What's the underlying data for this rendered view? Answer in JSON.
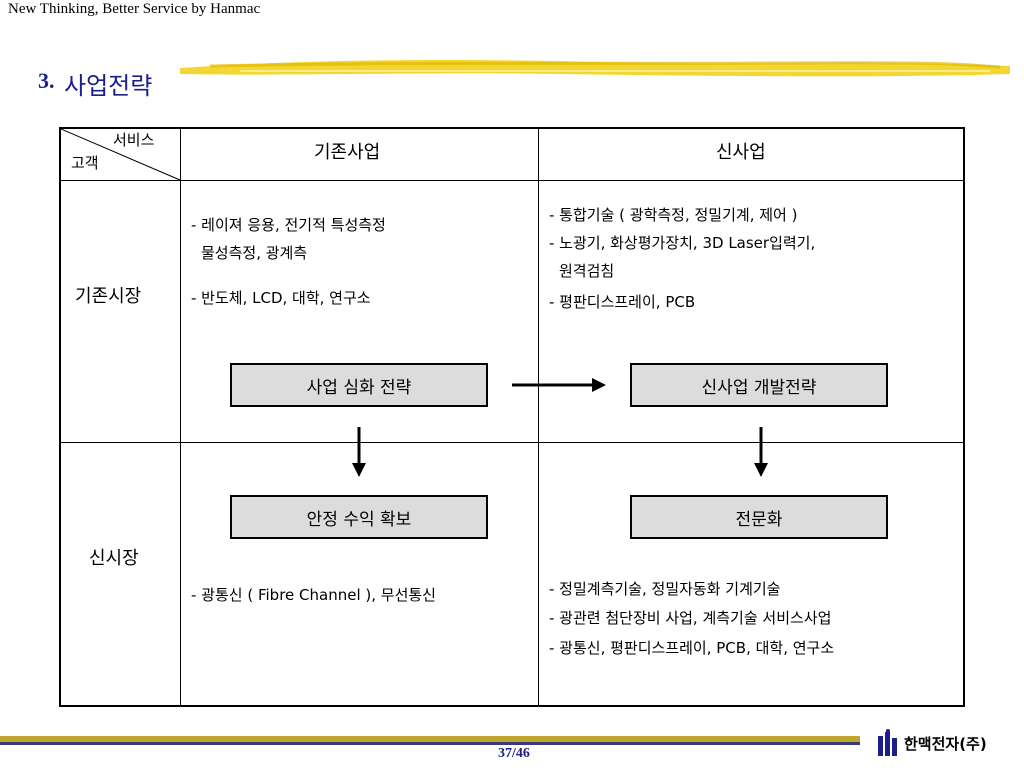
{
  "header": {
    "tagline": "New Thinking, Better Service by Hanmac"
  },
  "title": {
    "number": "3.",
    "text": "사업전략"
  },
  "table": {
    "corner": {
      "top_label": "서비스",
      "bottom_label": "고객"
    },
    "col_headers": [
      "기존사업",
      "신사업"
    ],
    "row_headers": [
      "기존시장",
      "신시장"
    ],
    "existing_market_existing_business": {
      "line1": "- 레이져 응용, 전기적 특성측정",
      "line2": "물성측정, 광계측",
      "line3": "- 반도체, LCD, 대학, 연구소"
    },
    "existing_market_new_business": {
      "line1": "- 통합기술 ( 광학측정, 정밀기계, 제어 )",
      "line2": "- 노광기, 화상평가장치, 3D Laser입력기,",
      "line3": "원격검침",
      "line4": "- 평판디스프레이, PCB"
    },
    "new_market_existing_business": {
      "line1": "- 광통신 ( Fibre Channel ), 무선통신"
    },
    "new_market_new_business": {
      "line1": "- 정밀계측기술, 정밀자동화 기계기술",
      "line2": "- 광관련 첨단장비 사업, 계측기술 서비스사업",
      "line3": "- 광통신, 평판디스프레이, PCB, 대학, 연구소"
    }
  },
  "strategy_boxes": {
    "deepen": "사업 심화 전략",
    "develop": "신사업 개발전략",
    "stable": "안정 수익 확보",
    "specialize": "전문화"
  },
  "footer": {
    "page": "37/46",
    "company": "한맥전자(주)"
  },
  "colors": {
    "title": "#1d1d8c",
    "accent_bar": "#bfa72f",
    "box_fill": "#dcdcdc"
  }
}
